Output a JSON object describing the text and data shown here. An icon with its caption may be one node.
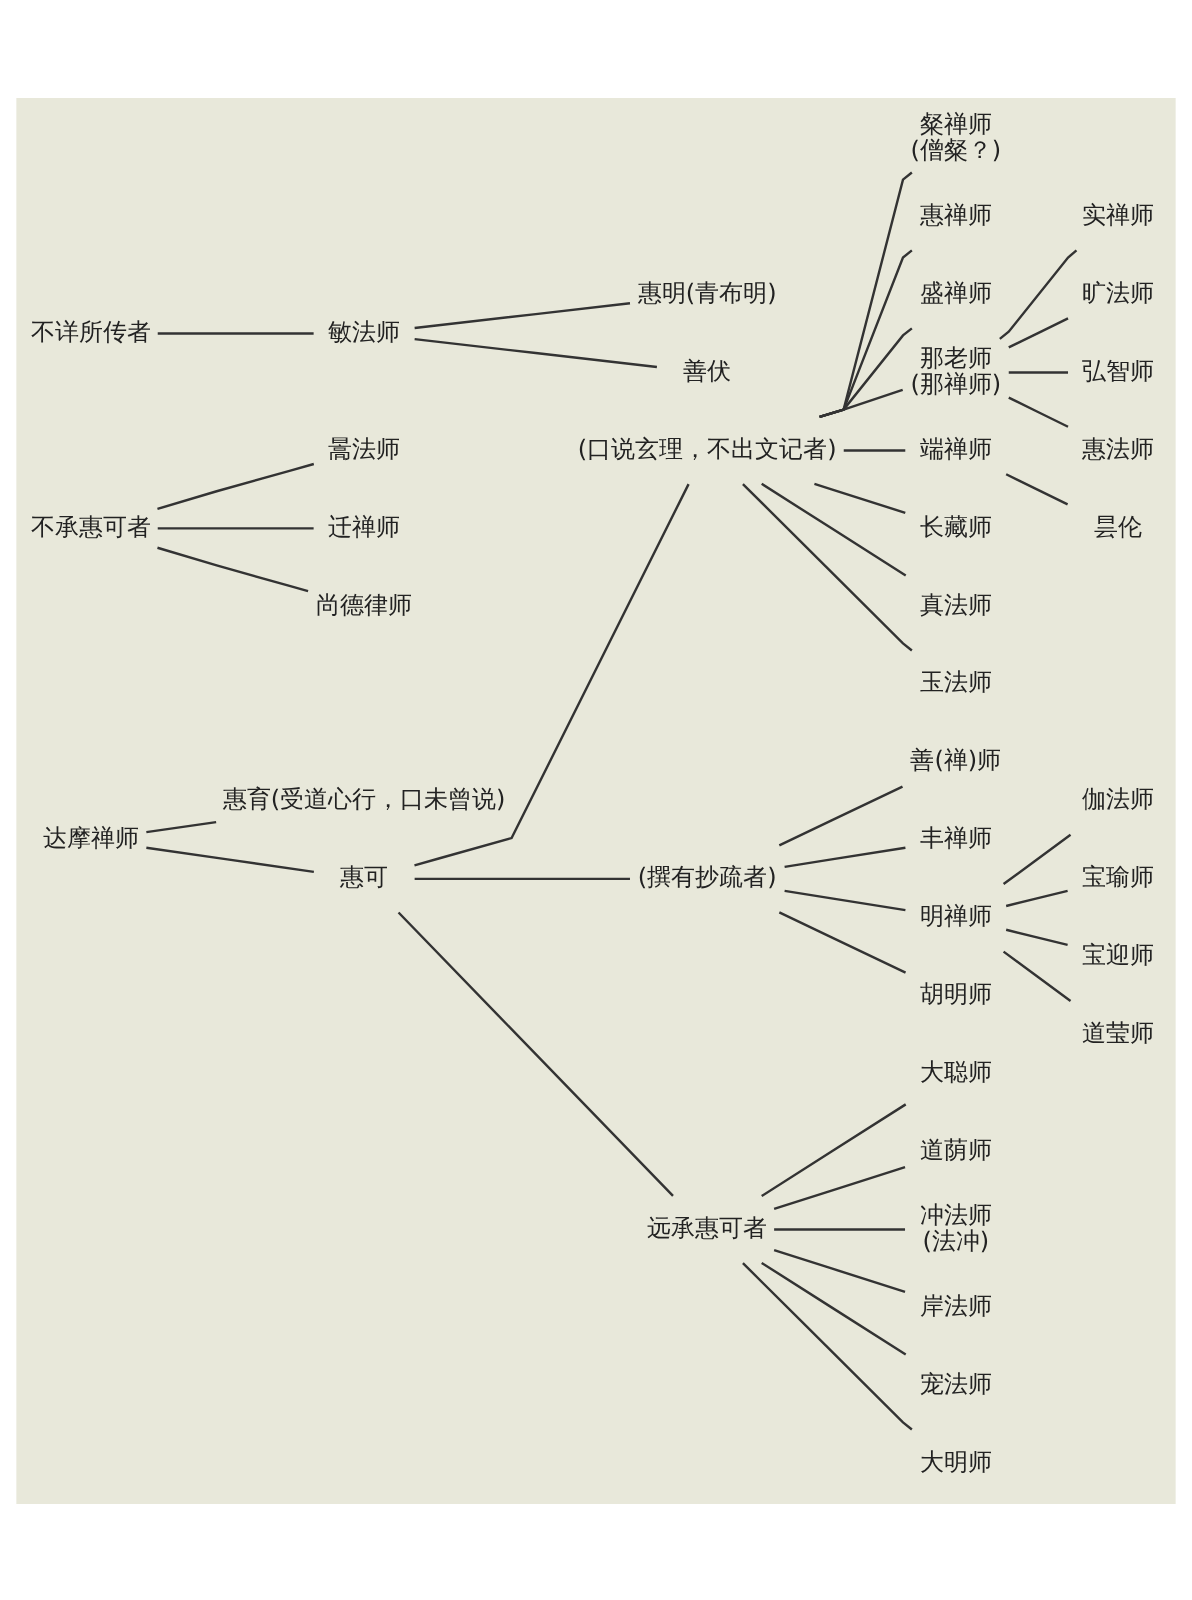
{
  "diagram": {
    "nodes": [
      {
        "text": [
          "达摩禅师"
        ]
      },
      {
        "text": [
          "惠育(受道心行，口未曾说)"
        ]
      },
      {
        "text": [
          "惠可"
        ]
      },
      {
        "text": [
          "(口说玄理，不出文记者)"
        ]
      },
      {
        "text": [
          "粲禅师",
          "(僧粲？)"
        ]
      },
      {
        "text": [
          "惠禅师"
        ]
      },
      {
        "text": [
          "盛禅师"
        ]
      },
      {
        "text": [
          "那老师",
          "(那禅师)"
        ]
      },
      {
        "text": [
          "实禅师"
        ]
      },
      {
        "text": [
          "旷法师"
        ]
      },
      {
        "text": [
          "弘智师"
        ]
      },
      {
        "text": [
          "惠法师"
        ]
      },
      {
        "text": [
          "端禅师"
        ]
      },
      {
        "text": [
          "昙伦"
        ]
      },
      {
        "text": [
          "长藏师"
        ]
      },
      {
        "text": [
          "真法师"
        ]
      },
      {
        "text": [
          "玉法师"
        ]
      },
      {
        "text": [
          "(撰有抄疏者)"
        ]
      },
      {
        "text": [
          "善(禅)师"
        ]
      },
      {
        "text": [
          "丰禅师"
        ]
      },
      {
        "text": [
          "明禅师"
        ]
      },
      {
        "text": [
          "胡明师"
        ]
      },
      {
        "text": [
          "伽法师"
        ]
      },
      {
        "text": [
          "宝瑜师"
        ]
      },
      {
        "text": [
          "宝迎师"
        ]
      },
      {
        "text": [
          "道莹师"
        ]
      },
      {
        "text": [
          "远承惠可者"
        ]
      },
      {
        "text": [
          "大聪师"
        ]
      },
      {
        "text": [
          "道荫师"
        ]
      },
      {
        "text": [
          "冲法师",
          "(法冲)"
        ]
      },
      {
        "text": [
          "岸法师"
        ]
      },
      {
        "text": [
          "宠法师"
        ]
      },
      {
        "text": [
          "大明师"
        ]
      },
      {
        "text": [
          "不承惠可者"
        ]
      },
      {
        "text": [
          "暠法师"
        ]
      },
      {
        "text": [
          "迁禅师"
        ]
      },
      {
        "text": [
          "尚德律师"
        ]
      },
      {
        "text": [
          "不详所传者"
        ]
      },
      {
        "text": [
          "敏法师"
        ]
      },
      {
        "text": [
          "惠明(青布明)"
        ]
      },
      {
        "text": [
          "善伏"
        ]
      }
    ],
    "edges": [
      {
        "from": 0,
        "to": 1,
        "arrow": "none"
      },
      {
        "from": 0,
        "to": 2,
        "arrow": "none"
      },
      {
        "from": 2,
        "to": 3,
        "arrow": "none"
      },
      {
        "from": 3,
        "to": 4,
        "arrow": "none"
      },
      {
        "from": 3,
        "to": 5,
        "arrow": "none"
      },
      {
        "from": 3,
        "to": 6,
        "arrow": "none"
      },
      {
        "from": 3,
        "to": 7,
        "arrow": "none"
      },
      {
        "from": 7,
        "to": 8,
        "arrow": "none"
      },
      {
        "from": 7,
        "to": 9,
        "arrow": "none"
      },
      {
        "from": 7,
        "to": 10,
        "arrow": "none"
      },
      {
        "from": 7,
        "to": 11,
        "arrow": "none"
      },
      {
        "from": 3,
        "to": 12,
        "arrow": "none"
      },
      {
        "from": 12,
        "to": 13,
        "arrow": "none"
      },
      {
        "from": 3,
        "to": 14,
        "arrow": "none"
      },
      {
        "from": 3,
        "to": 15,
        "arrow": "none"
      },
      {
        "from": 3,
        "to": 16,
        "arrow": "none"
      },
      {
        "from": 2,
        "to": 17,
        "arrow": "none"
      },
      {
        "from": 17,
        "to": 18,
        "arrow": "none"
      },
      {
        "from": 17,
        "to": 19,
        "arrow": "none"
      },
      {
        "from": 17,
        "to": 20,
        "arrow": "none"
      },
      {
        "from": 17,
        "to": 21,
        "arrow": "none"
      },
      {
        "from": 20,
        "to": 22,
        "arrow": "none"
      },
      {
        "from": 20,
        "to": 23,
        "arrow": "none"
      },
      {
        "from": 20,
        "to": 24,
        "arrow": "none"
      },
      {
        "from": 20,
        "to": 25,
        "arrow": "none"
      },
      {
        "from": 2,
        "to": 26,
        "arrow": "none"
      },
      {
        "from": 26,
        "to": 27,
        "arrow": "none"
      },
      {
        "from": 26,
        "to": 28,
        "arrow": "none"
      },
      {
        "from": 26,
        "to": 29,
        "arrow": "none"
      },
      {
        "from": 26,
        "to": 30,
        "arrow": "none"
      },
      {
        "from": 26,
        "to": 31,
        "arrow": "none"
      },
      {
        "from": 26,
        "to": 32,
        "arrow": "none"
      },
      {
        "from": 33,
        "to": 34,
        "arrow": "none"
      },
      {
        "from": 33,
        "to": 35,
        "arrow": "none"
      },
      {
        "from": 33,
        "to": 36,
        "arrow": "none"
      },
      {
        "from": 37,
        "to": 38,
        "arrow": "none"
      },
      {
        "from": 38,
        "to": 39,
        "arrow": "none"
      },
      {
        "from": 38,
        "to": 40,
        "arrow": "none"
      }
    ]
  }
}
